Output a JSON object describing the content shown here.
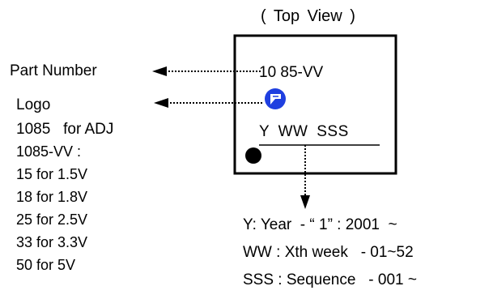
{
  "top_view_title": "( Top View )",
  "chip": {
    "part_number_text": "10 85-VV",
    "date_code_text": "Y WW SSS",
    "logo_icon": "logo-icon",
    "pin1_dot": "pin1-dot"
  },
  "left_labels": {
    "part_number": "Part Number",
    "logo": "Logo"
  },
  "variants": [
    "1085   for ADJ",
    "1085-VV :",
    "15 for 1.5V",
    "18 for 1.8V",
    "25 for 2.5V",
    "33 for 3.3V",
    "50 for 5V"
  ],
  "legend": [
    "Y: Year  - “ 1” : 2001  ~",
    "WW : Xth week   - 01~52",
    "SSS : Sequence   - 001 ~"
  ],
  "colors": {
    "logo_blue": "#1f3fe0",
    "line": "#000000"
  }
}
